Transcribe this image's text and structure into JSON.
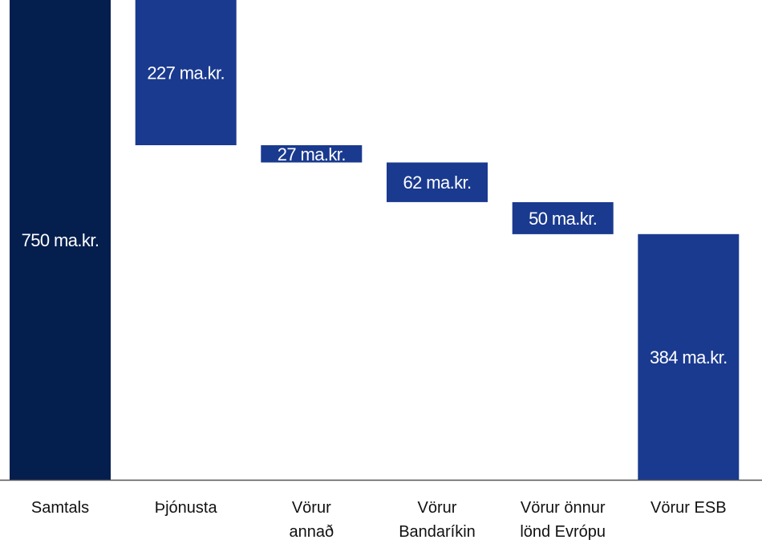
{
  "chart_data": {
    "type": "bar",
    "subtype": "waterfall",
    "unit": "ma.kr.",
    "categories": [
      [
        "Samtals"
      ],
      [
        "Þjónusta"
      ],
      [
        "Vörur",
        "annað"
      ],
      [
        "Vörur",
        "Bandaríkin"
      ],
      [
        "Vörur önnur",
        "lönd Evrópu"
      ],
      [
        "Vörur ESB"
      ]
    ],
    "values": [
      750,
      227,
      27,
      62,
      50,
      384
    ],
    "value_labels": [
      "750 ma.kr.",
      "227 ma.kr.",
      "27 ma.kr.",
      "62 ma.kr.",
      "50 ma.kr.",
      "384 ma.kr."
    ],
    "bar_kinds": [
      "total",
      "component",
      "component",
      "component",
      "component",
      "component"
    ],
    "colors": {
      "total": "#041e4e",
      "component": "#1a3a8f",
      "baseline": "#555555",
      "value_text": "#ffffff",
      "category_text": "#111111"
    },
    "ylim": [
      0,
      750
    ],
    "grid": false,
    "legend": "none"
  }
}
